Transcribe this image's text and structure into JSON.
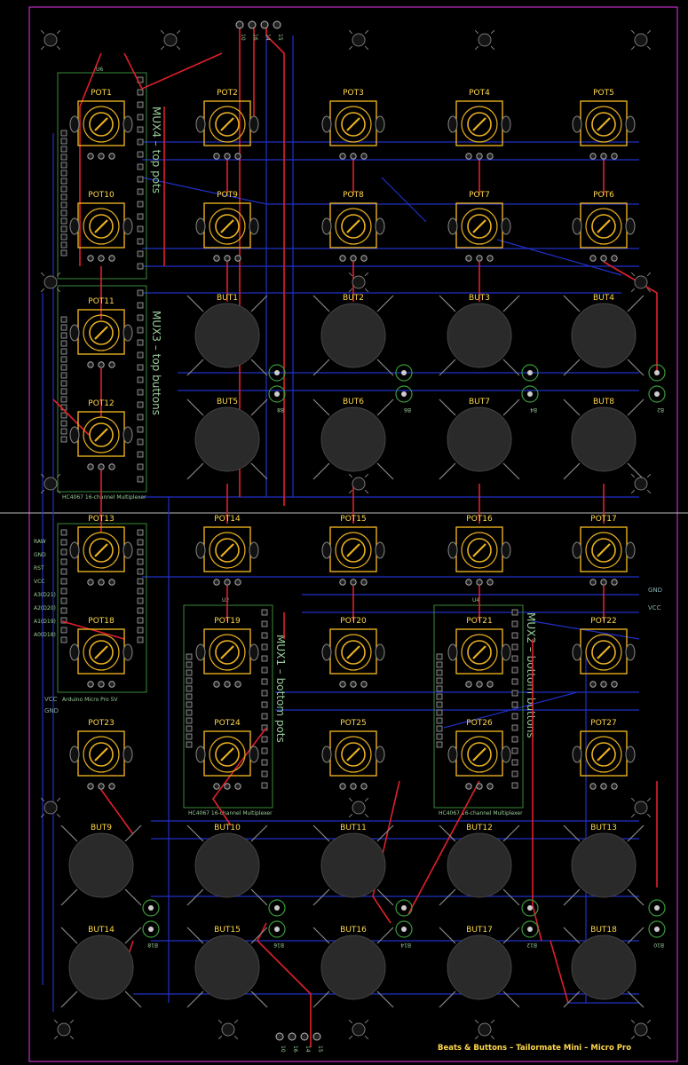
{
  "board": {
    "outline_color": "#c030c0",
    "trace_red": "#e0202a",
    "trace_blue": "#2030c8",
    "pad_color": "#e8b020",
    "button_fill": "#2a2a2a"
  },
  "pots": [
    {
      "label": "POT1"
    },
    {
      "label": "POT2"
    },
    {
      "label": "POT3"
    },
    {
      "label": "POT4"
    },
    {
      "label": "POT5"
    },
    {
      "label": "POT10"
    },
    {
      "label": "POT9"
    },
    {
      "label": "POT8"
    },
    {
      "label": "POT7"
    },
    {
      "label": "POT6"
    },
    {
      "label": "POT11"
    },
    {
      "label": "POT12"
    },
    {
      "label": "POT13"
    },
    {
      "label": "POT14"
    },
    {
      "label": "POT15"
    },
    {
      "label": "POT16"
    },
    {
      "label": "POT17"
    },
    {
      "label": "POT18"
    },
    {
      "label": "POT19"
    },
    {
      "label": "POT20"
    },
    {
      "label": "POT21"
    },
    {
      "label": "POT22"
    },
    {
      "label": "POT23"
    },
    {
      "label": "POT24"
    },
    {
      "label": "POT25"
    },
    {
      "label": "POT26"
    },
    {
      "label": "POT27"
    }
  ],
  "buttons": [
    {
      "label": "BUT1"
    },
    {
      "label": "BUT2"
    },
    {
      "label": "BUT3"
    },
    {
      "label": "BUT4"
    },
    {
      "label": "BUT5"
    },
    {
      "label": "BUT6"
    },
    {
      "label": "BUT7"
    },
    {
      "label": "BUT8"
    },
    {
      "label": "BUT9"
    },
    {
      "label": "BUT10"
    },
    {
      "label": "BUT11"
    },
    {
      "label": "BUT12"
    },
    {
      "label": "BUT13"
    },
    {
      "label": "BUT14"
    },
    {
      "label": "BUT15"
    },
    {
      "label": "BUT16"
    },
    {
      "label": "BUT17"
    },
    {
      "label": "BUT18"
    }
  ],
  "leds": [
    {
      "label": "B8"
    },
    {
      "label": "B6"
    },
    {
      "label": "B4"
    },
    {
      "label": "B2"
    },
    {
      "label": "B18"
    },
    {
      "label": "B16"
    },
    {
      "label": "B14"
    },
    {
      "label": "B12"
    },
    {
      "label": "B10"
    }
  ],
  "modules": {
    "u6": "U6",
    "u2": "U2",
    "u4": "U4",
    "hc_left": "HC4067 16-channel Multiplexer",
    "hc_mid": "HC4067 16-channel Multiplexer",
    "hc_right": "HC4067 16-channel Multiplexer",
    "arduino": "Arduino Micro Pro 5V",
    "mux4": "MUX4 – top pots",
    "mux3": "MUX3 – top buttons",
    "mux1": "MUX1 – bottom pots",
    "mux2": "MUX2 – bottom buttons"
  },
  "power": {
    "gnd": "GND",
    "vcc": "VCC",
    "gnd2": "GND",
    "vcc2": "VCC"
  },
  "pins": [
    "RAW",
    "GND",
    "RST",
    "VCC",
    "A3(D21)",
    "A2(D20)",
    "A1(D19)",
    "A0(D18)"
  ],
  "header_top": [
    "10",
    "16",
    "14",
    "15"
  ],
  "header_bottom": [
    "10",
    "16",
    "14",
    "15"
  ],
  "brand": "Beats & Buttons – Tailormate Mini – Micro Pro"
}
